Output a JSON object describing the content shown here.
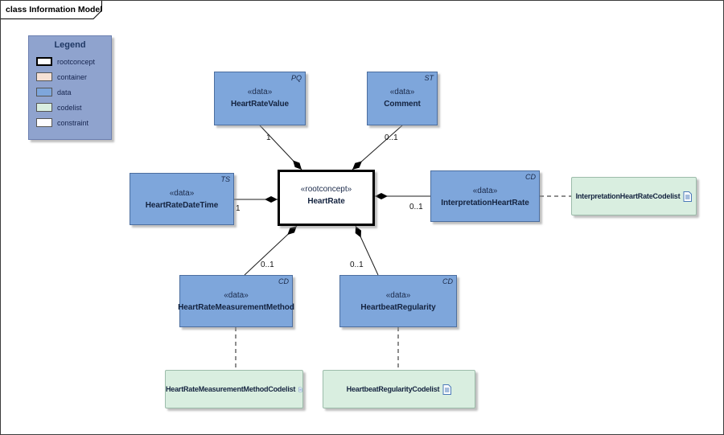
{
  "frame": {
    "title": "class Information Model"
  },
  "legend": {
    "title": "Legend",
    "items": [
      {
        "label": "rootconcept"
      },
      {
        "label": "container"
      },
      {
        "label": "data"
      },
      {
        "label": "codelist"
      },
      {
        "label": "constraint"
      }
    ]
  },
  "colors": {
    "data_fill": "#7EA6DB",
    "data_border": "#4C6E9F",
    "codelist_fill": "#D9EEE0",
    "codelist_border": "#9CBCAA",
    "container_fill": "#F6E1D5",
    "constraint_fill": "#FDFDFF",
    "rootconcept_fill": "#FFFFFF",
    "rootconcept_border": "#000000",
    "legend_fill": "#8FA3CE",
    "legend_border": "#6C7FB0"
  },
  "nodes": {
    "heart_rate": {
      "stereotype": "«rootconcept»",
      "name": "HeartRate"
    },
    "heart_rate_value": {
      "stereotype": "«data»",
      "name": "HeartRateValue",
      "tag": "PQ"
    },
    "comment": {
      "stereotype": "«data»",
      "name": "Comment",
      "tag": "ST"
    },
    "heart_rate_date_time": {
      "stereotype": "«data»",
      "name": "HeartRateDateTime",
      "tag": "TS"
    },
    "interpretation_heart_rate": {
      "stereotype": "«data»",
      "name": "InterpretationHeartRate",
      "tag": "CD"
    },
    "heart_rate_measurement_method": {
      "stereotype": "«data»",
      "name": "HeartRateMeasurementMethod",
      "tag": "CD"
    },
    "heartbeat_regularity": {
      "stereotype": "«data»",
      "name": "HeartbeatRegularity",
      "tag": "CD"
    },
    "interpretation_heart_rate_codelist": {
      "name": "InterpretationHeartRateCodelist"
    },
    "heart_rate_measurement_method_codelist": {
      "name": "HeartRateMeasurementMethodCodelist"
    },
    "heartbeat_regularity_codelist": {
      "name": "HeartbeatRegularityCodelist"
    }
  },
  "multiplicities": {
    "heart_rate_value": "1",
    "comment": "0..1",
    "heart_rate_date_time": "1",
    "interpretation_heart_rate": "0..1",
    "heart_rate_measurement_method": "0..1",
    "heartbeat_regularity": "0..1"
  }
}
